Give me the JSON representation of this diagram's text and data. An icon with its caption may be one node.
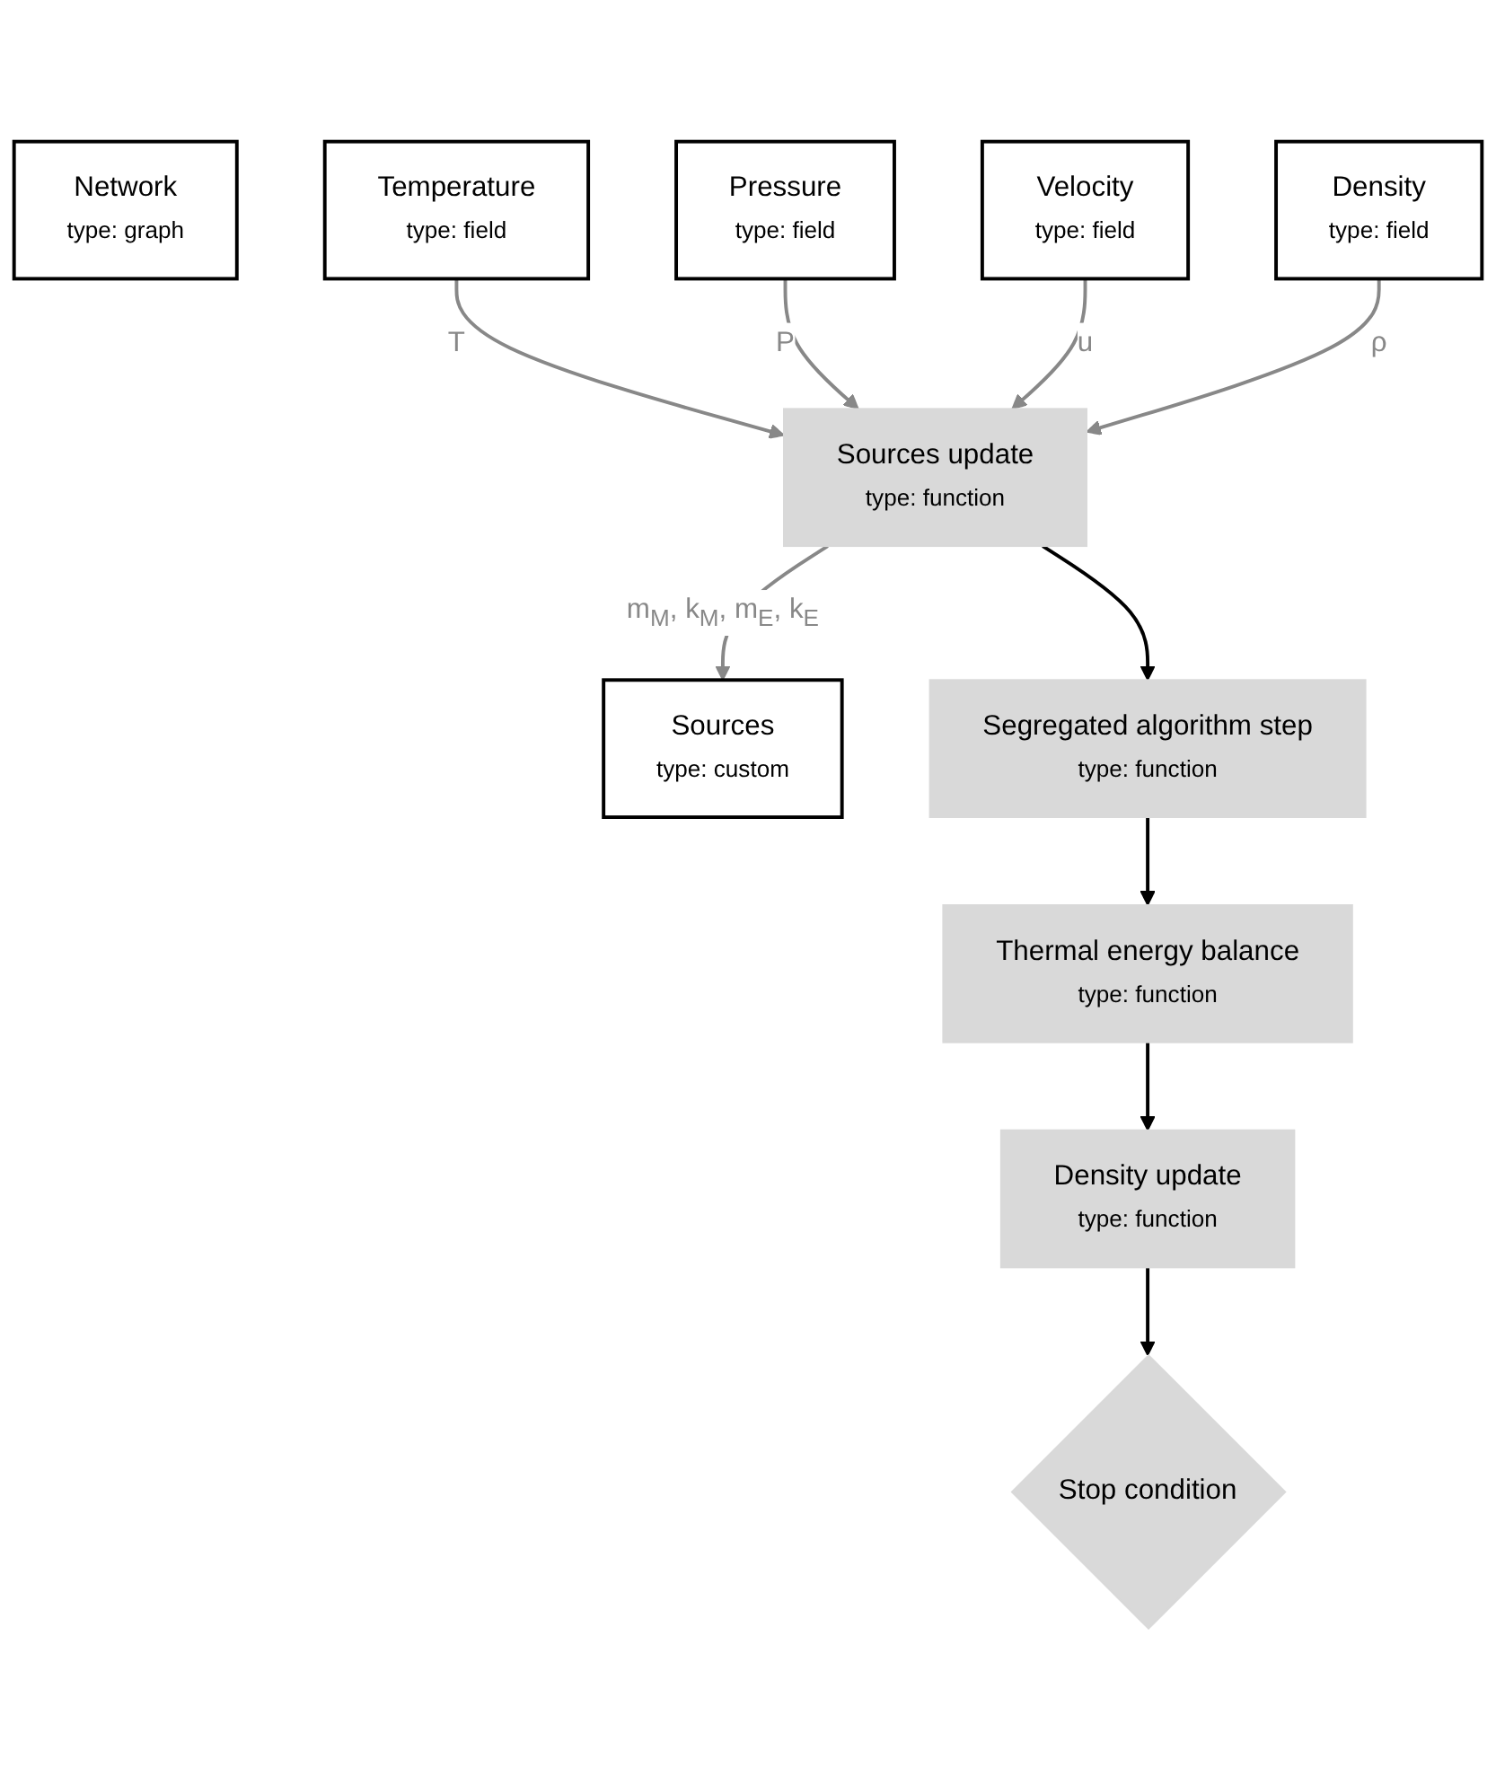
{
  "diagram": {
    "nodes": [
      {
        "text": [
          "Network",
          "type: graph"
        ]
      },
      {
        "text": [
          "Temperature",
          "type: field"
        ]
      },
      {
        "text": [
          "Sources",
          "type: custom"
        ]
      },
      {
        "text": [
          "Pressure",
          "type: field"
        ]
      },
      {
        "text": [
          "Velocity",
          "type: field"
        ]
      },
      {
        "text": [
          "Sources update",
          "type: function"
        ]
      },
      {
        "text": [
          "Density",
          "type: field"
        ]
      },
      {
        "text": [
          "Segregated algorithm step",
          "type: function"
        ]
      },
      {
        "text": [
          "Thermal energy balance",
          "type: function"
        ]
      },
      {
        "text": [
          "Density update",
          "type: function"
        ]
      },
      {
        "text": [
          "Stop condition"
        ]
      }
    ],
    "edges": [
      {
        "from": 1,
        "to": 5,
        "arrow": "to",
        "label": "T"
      },
      {
        "from": 3,
        "to": 5,
        "arrow": "to",
        "label": "P"
      },
      {
        "from": 4,
        "to": 5,
        "arrow": "to",
        "label": "u"
      },
      {
        "from": 6,
        "to": 5,
        "arrow": "to",
        "label": "ρ"
      },
      {
        "from": 5,
        "to": 2,
        "arrow": "to",
        "label": "m$_{M}$, k$_{M}$, m$_{E}$, k$_{E}$"
      },
      {
        "from": 5,
        "to": 7,
        "arrow": "to",
        "color": "#000000"
      },
      {
        "from": 7,
        "to": 8,
        "arrow": "to",
        "color": "#000000"
      },
      {
        "from": 8,
        "to": 9,
        "arrow": "to",
        "color": "#000000"
      },
      {
        "from": 9,
        "to": 10,
        "arrow": "to",
        "color": "#000000"
      }
    ]
  }
}
